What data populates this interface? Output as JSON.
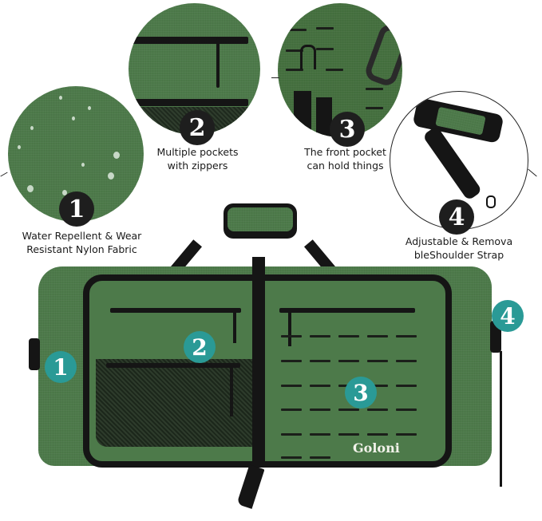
{
  "product": {
    "brand_label": "Goloni",
    "colors": {
      "fabric": "#4d7a4a",
      "teal_badge": "#2a9a96",
      "dark_badge": "#1e1e1e",
      "trim": "#151515"
    }
  },
  "features": [
    {
      "number": "1",
      "caption_line1": "Water Repellent & Wear",
      "caption_line2": "Resistant Nylon Fabric"
    },
    {
      "number": "2",
      "caption_line1": "Multiple pockets",
      "caption_line2": "with zippers"
    },
    {
      "number": "3",
      "caption_line1": "The front pocket",
      "caption_line2": "can hold things"
    },
    {
      "number": "4",
      "caption_line1": "Adjustable & Remova",
      "caption_line2": "bleShoulder Strap"
    }
  ],
  "bag_markers": [
    "1",
    "2",
    "3",
    "4"
  ]
}
